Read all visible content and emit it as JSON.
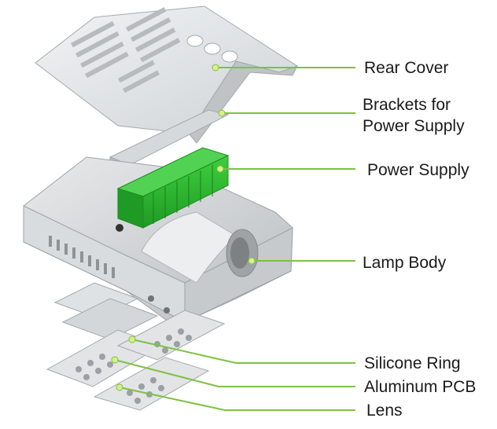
{
  "accent_color": "#7dc242",
  "labels": {
    "rear_cover": "Rear Cover",
    "brackets": "Brackets for Power Supply",
    "power_supply": "Power Supply",
    "lamp_body": "Lamp Body",
    "silicone_ring": "Silicone Ring",
    "aluminum_pcb": "Aluminum PCB",
    "lens": "Lens"
  }
}
